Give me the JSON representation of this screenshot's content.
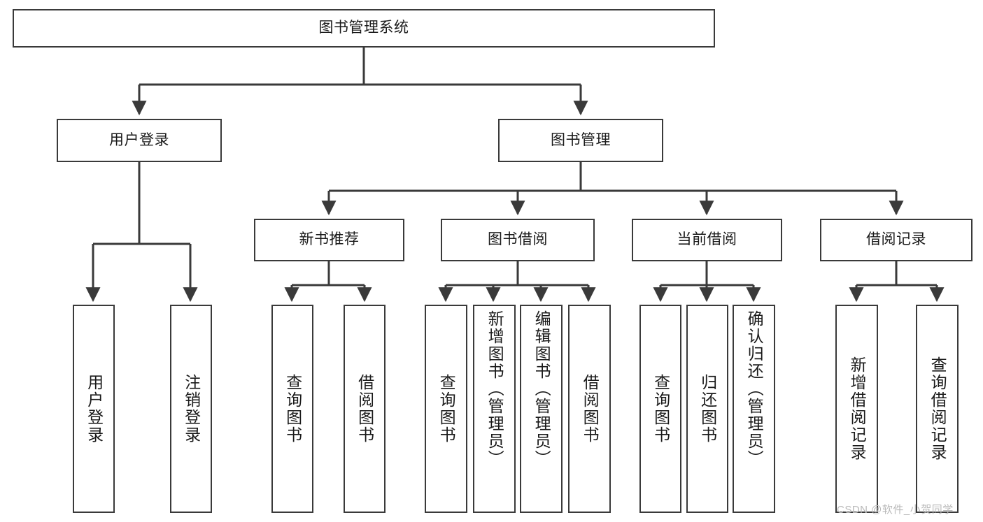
{
  "diagram": {
    "title": "图书管理系统",
    "type": "tree",
    "orientation": "top-down",
    "stroke_color": "#3a3a3a",
    "fill_color": "#ffffff",
    "text_color": "#1a1a1a",
    "root": {
      "label": "图书管理系统"
    },
    "level1": [
      {
        "label": "用户登录"
      },
      {
        "label": "图书管理"
      }
    ],
    "level2": [
      {
        "label": "新书推荐"
      },
      {
        "label": "图书借阅"
      },
      {
        "label": "当前借阅"
      },
      {
        "label": "借阅记录"
      }
    ],
    "leaves": {
      "user_login": [
        {
          "label": "用户登录"
        },
        {
          "label": "注销登录"
        }
      ],
      "new_book_recommend": [
        {
          "label": "查询图书"
        },
        {
          "label": "借阅图书"
        }
      ],
      "book_borrow": [
        {
          "label": "查询图书"
        },
        {
          "label": "新增图书（管理员）"
        },
        {
          "label": "编辑图书（管理员）"
        },
        {
          "label": "借阅图书"
        }
      ],
      "current_borrow": [
        {
          "label": "查询图书"
        },
        {
          "label": "归还图书"
        },
        {
          "label": "确认归还（管理员）"
        }
      ],
      "borrow_record": [
        {
          "label": "新增借阅记录"
        },
        {
          "label": "查询借阅记录"
        }
      ]
    }
  },
  "watermark": {
    "text": "CSDN @软件_小贺同学"
  }
}
